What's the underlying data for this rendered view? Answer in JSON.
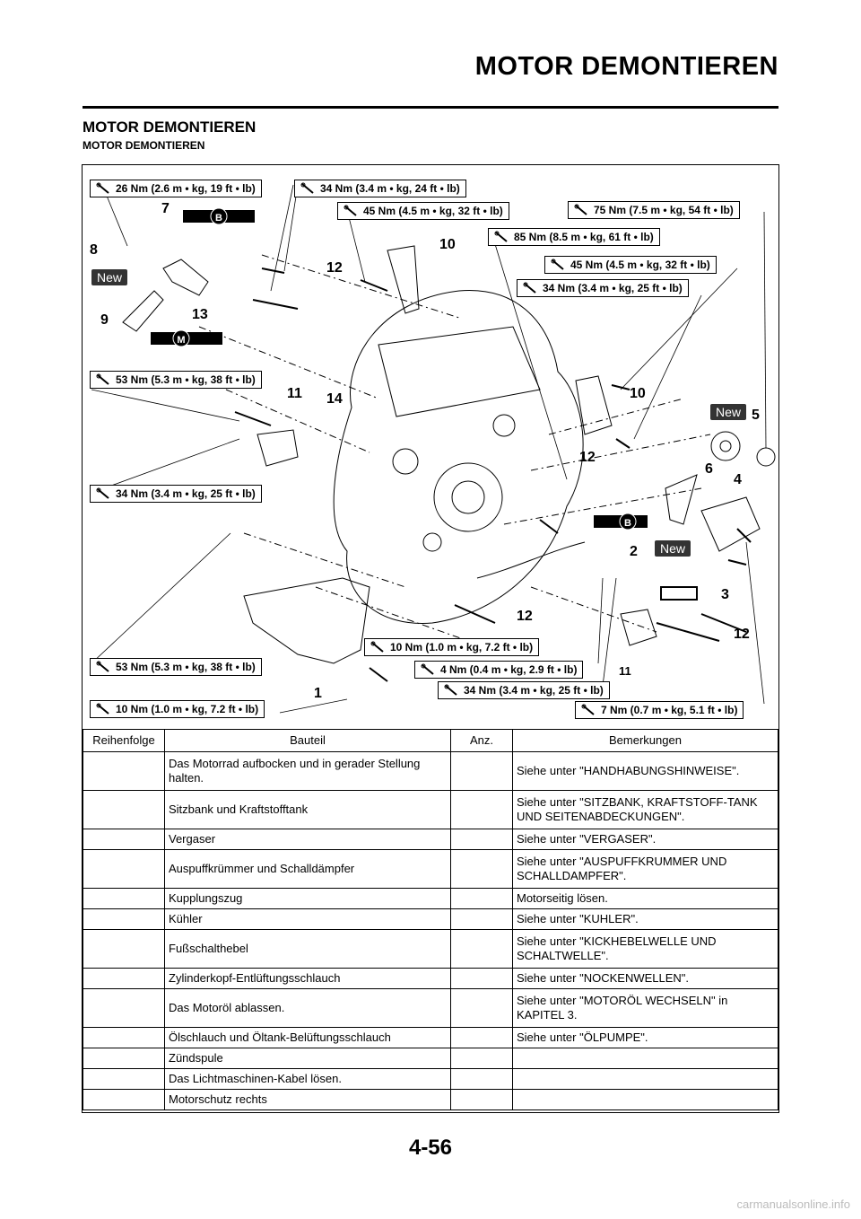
{
  "header": {
    "title": "MOTOR DEMONTIEREN"
  },
  "section": {
    "title": "MOTOR DEMONTIEREN",
    "subtitle": "MOTOR DEMONTIEREN"
  },
  "torque_labels": [
    "26 Nm (2.6 m • kg, 19 ft • lb)",
    "34 Nm (3.4 m • kg, 24 ft • lb)",
    "45 Nm (4.5 m • kg, 32 ft • lb)",
    "75 Nm (7.5 m • kg, 54 ft • lb)",
    "85 Nm (8.5 m • kg, 61 ft • lb)",
    "45 Nm (4.5 m • kg, 32 ft • lb)",
    "34 Nm (3.4 m • kg, 25  ft • lb)",
    "53 Nm (5.3 m • kg, 38 ft • lb)",
    "34 Nm (3.4 m • kg, 25  ft • lb)",
    "10 Nm (1.0 m • kg, 7.2 ft • lb)",
    "53 Nm (5.3 m • kg, 38 ft • lb)",
    "4 Nm (0.4 m • kg, 2.9 ft • lb)",
    "34 Nm (3.4 m • kg, 25  ft • lb)",
    "10 Nm (1.0 m • kg, 7.2 ft • lb)",
    "7 Nm (0.7 m • kg, 5.1 ft • lb)"
  ],
  "callouts": [
    "7",
    "8",
    "9",
    "13",
    "12",
    "10",
    "11",
    "14",
    "10",
    "5",
    "6",
    "4",
    "12",
    "2",
    "3",
    "12",
    "12",
    "1",
    "11"
  ],
  "new_tag": "New",
  "markers": {
    "b": "B",
    "m": "M"
  },
  "table": {
    "headers": [
      "Reihenfolge",
      "Bauteil",
      "Anz.",
      "Bemerkungen"
    ],
    "rows": [
      {
        "order": "",
        "part": "Das Motorrad aufbocken und in gerader Stellung halten.",
        "qty": "",
        "remark": "Siehe unter \"HANDHABUNGSHINWEISE\"."
      },
      {
        "order": "",
        "part": "Sitzbank und Kraftstofftank",
        "qty": "",
        "remark": "Siehe unter \"SITZBANK, KRAFTSTOFF-TANK UND SEITENABDECKUNGEN\"."
      },
      {
        "order": "",
        "part": "Vergaser",
        "qty": "",
        "remark": "Siehe unter \"VERGASER\"."
      },
      {
        "order": "",
        "part": "Auspuffkrümmer und Schalldämpfer",
        "qty": "",
        "remark": "Siehe unter \"AUSPUFFKRUMMER UND SCHALLDAMPFER\"."
      },
      {
        "order": "",
        "part": "Kupplungszug",
        "qty": "",
        "remark": "Motorseitig lösen."
      },
      {
        "order": "",
        "part": "Kühler",
        "qty": "",
        "remark": "Siehe unter \"KUHLER\"."
      },
      {
        "order": "",
        "part": "Fußschalthebel",
        "qty": "",
        "remark": "Siehe unter \"KICKHEBELWELLE UND SCHALTWELLE\"."
      },
      {
        "order": "",
        "part": "Zylinderkopf-Entlüftungsschlauch",
        "qty": "",
        "remark": "Siehe unter \"NOCKENWELLEN\"."
      },
      {
        "order": "",
        "part": "Das Motoröl ablassen.",
        "qty": "",
        "remark": "Siehe unter \"MOTORÖL WECHSELN\" in KAPITEL 3."
      },
      {
        "order": "",
        "part": "Ölschlauch und Öltank-Belüftungsschlauch",
        "qty": "",
        "remark": "Siehe unter \"ÖLPUMPE\"."
      },
      {
        "order": "",
        "part": "Zündspule",
        "qty": "",
        "remark": ""
      },
      {
        "order": "",
        "part": "Das Lichtmaschinen-Kabel lösen.",
        "qty": "",
        "remark": ""
      },
      {
        "order": "",
        "part": "Motorschutz rechts",
        "qty": "",
        "remark": ""
      }
    ]
  },
  "page_number": "4-56",
  "footer": "carmanualsonline.info"
}
